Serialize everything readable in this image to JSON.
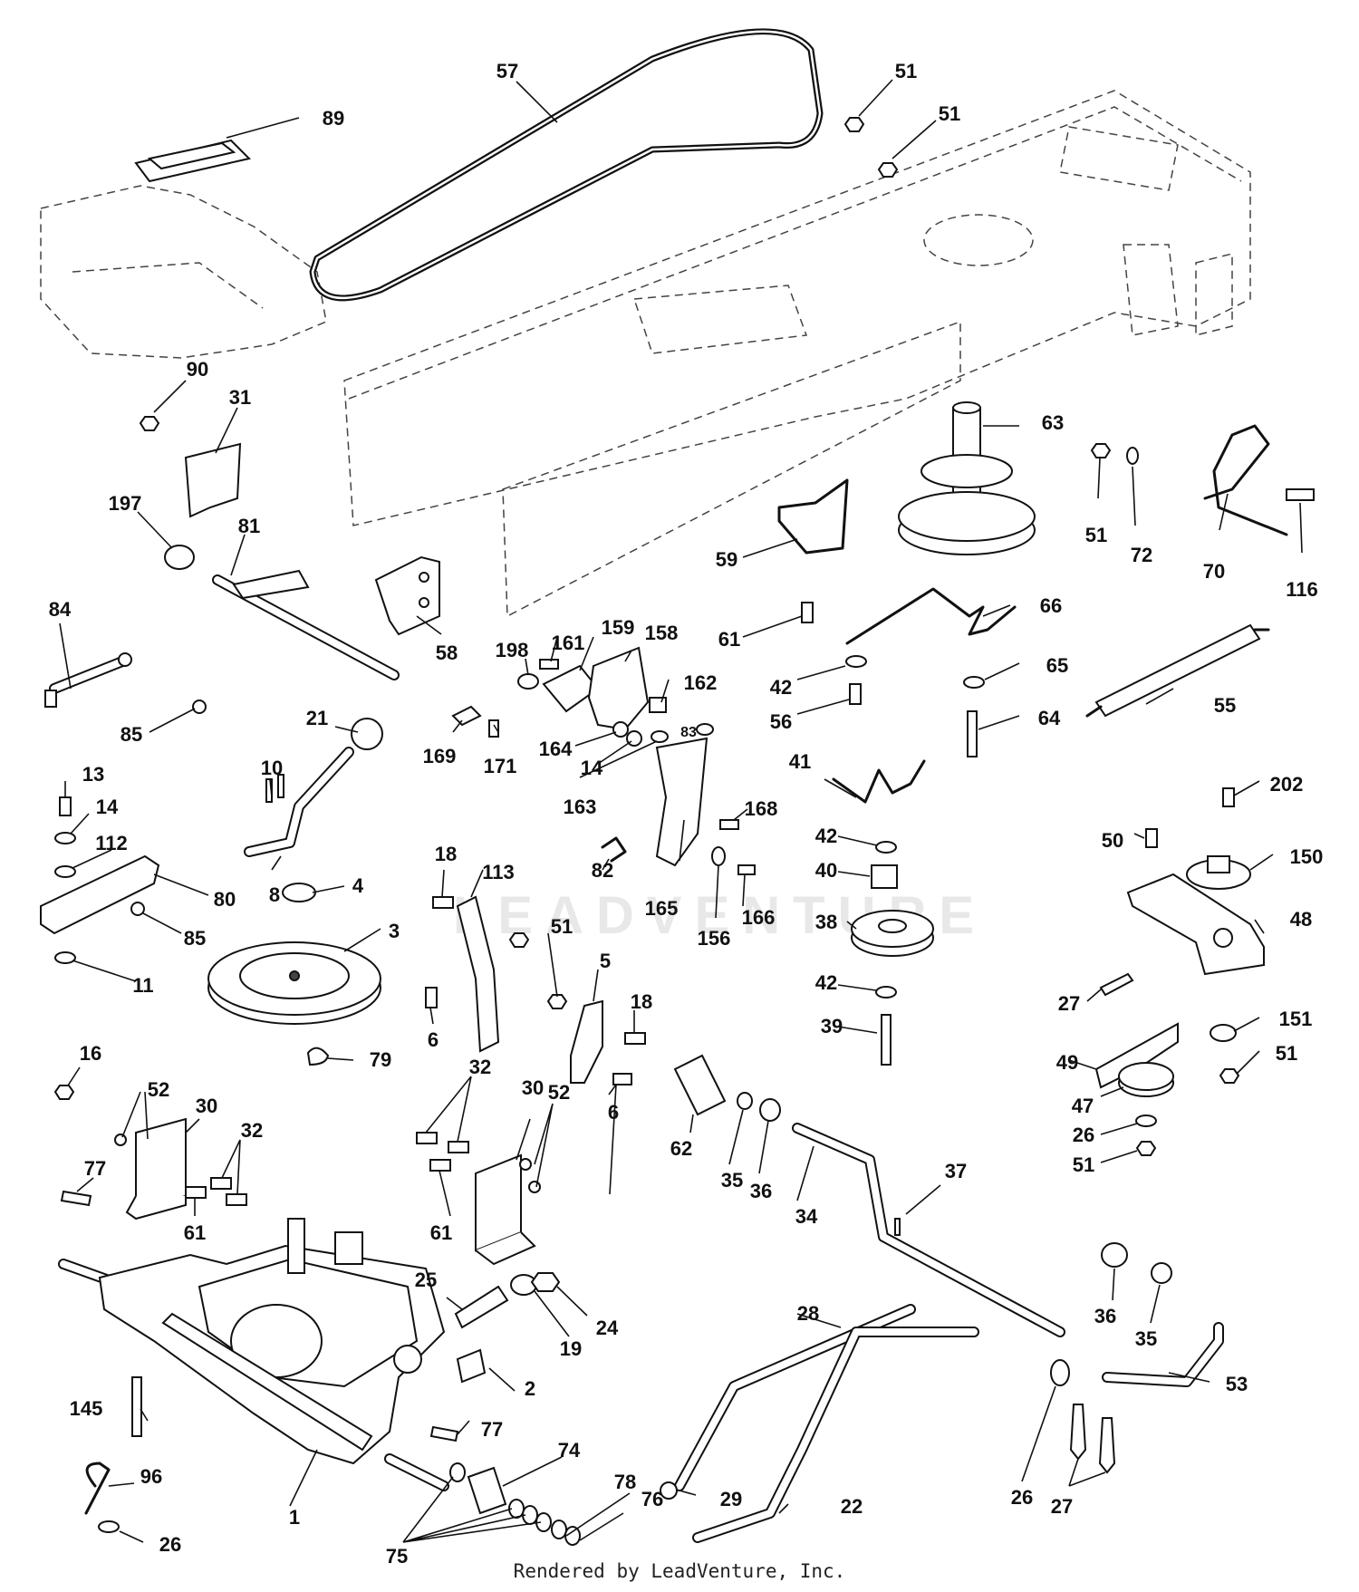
{
  "watermark": "LEADVENTURE",
  "footer_text": "Rendered by LeadVenture, Inc.",
  "callouts": [
    "57",
    "51",
    "51",
    "89",
    "90",
    "31",
    "197",
    "81",
    "84",
    "85",
    "58",
    "63",
    "51",
    "72",
    "70",
    "116",
    "59",
    "61",
    "66",
    "42",
    "65",
    "56",
    "64",
    "55",
    "198",
    "161",
    "159",
    "158",
    "162",
    "164",
    "14",
    "83",
    "163",
    "169",
    "171",
    "21",
    "10",
    "13",
    "14",
    "112",
    "80",
    "85",
    "8",
    "4",
    "11",
    "3",
    "41",
    "168",
    "42",
    "40",
    "38",
    "42",
    "39",
    "202",
    "50",
    "150",
    "48",
    "27",
    "151",
    "49",
    "51",
    "47",
    "26",
    "51",
    "18",
    "113",
    "51",
    "165",
    "156",
    "166",
    "82",
    "6",
    "5",
    "18",
    "16",
    "52",
    "30",
    "32",
    "79",
    "32",
    "30",
    "52",
    "61",
    "61",
    "6",
    "77",
    "62",
    "35",
    "36",
    "34",
    "37",
    "25",
    "19",
    "24",
    "28",
    "36",
    "35",
    "53",
    "2",
    "145",
    "77",
    "74",
    "29",
    "22",
    "26",
    "27",
    "96",
    "1",
    "78",
    "76",
    "26",
    "75"
  ]
}
